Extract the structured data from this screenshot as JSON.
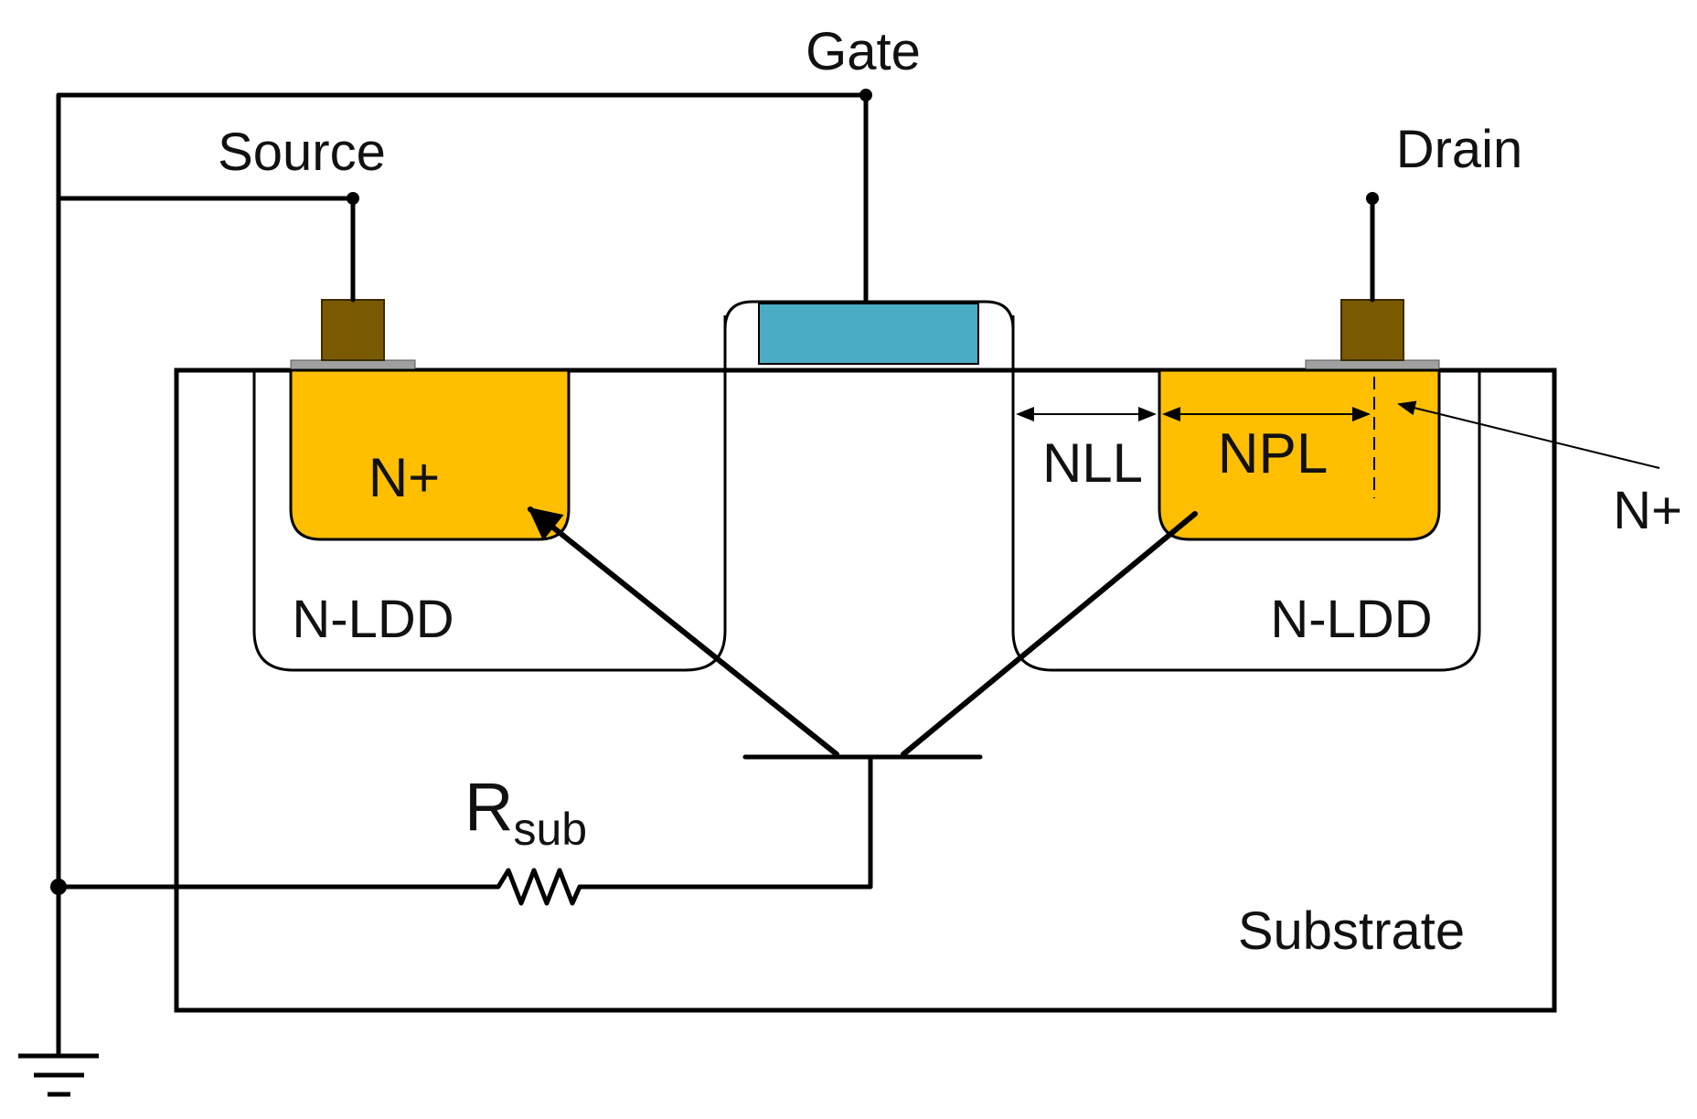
{
  "labels": {
    "gate": "Gate",
    "source": "Source",
    "drain": "Drain",
    "n_plus_left": "N+",
    "n_plus_right": "N+",
    "nll": "NLL",
    "npl": "NPL",
    "n_ldd_left": "N-LDD",
    "n_ldd_right": "N-LDD",
    "r_main": "R",
    "r_sub": "sub",
    "substrate": "Substrate"
  },
  "colors": {
    "diffusion": "#FFBF00",
    "gate_poly": "#4BACC6",
    "contact_metal": "#7A5A00",
    "silicide": "#A0A0A0",
    "line": "#000000"
  }
}
